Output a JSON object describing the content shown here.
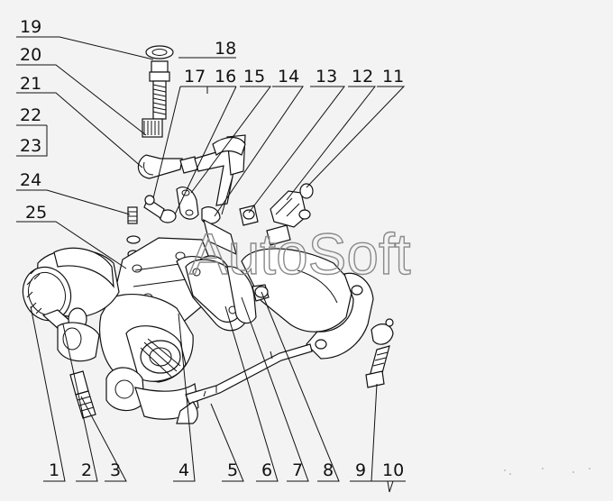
{
  "labels": {
    "l1": "1",
    "l2": "2",
    "l3": "3",
    "l4": "4",
    "l5": "5",
    "l6": "6",
    "l7": "7",
    "l8": "8",
    "l9": "9",
    "l10": "10",
    "l11": "11",
    "l12": "12",
    "l13": "13",
    "l14": "14",
    "l15": "15",
    "l16": "16",
    "l17": "17",
    "l18": "18",
    "l19": "19",
    "l20": "20",
    "l21": "21",
    "l22": "22",
    "l23": "23",
    "l24": "24",
    "l25": "25"
  },
  "watermark": "AutoSoft",
  "colors": {
    "background": "#f3f3f3",
    "line": "#111111",
    "watermark": "#8a8a8a"
  }
}
